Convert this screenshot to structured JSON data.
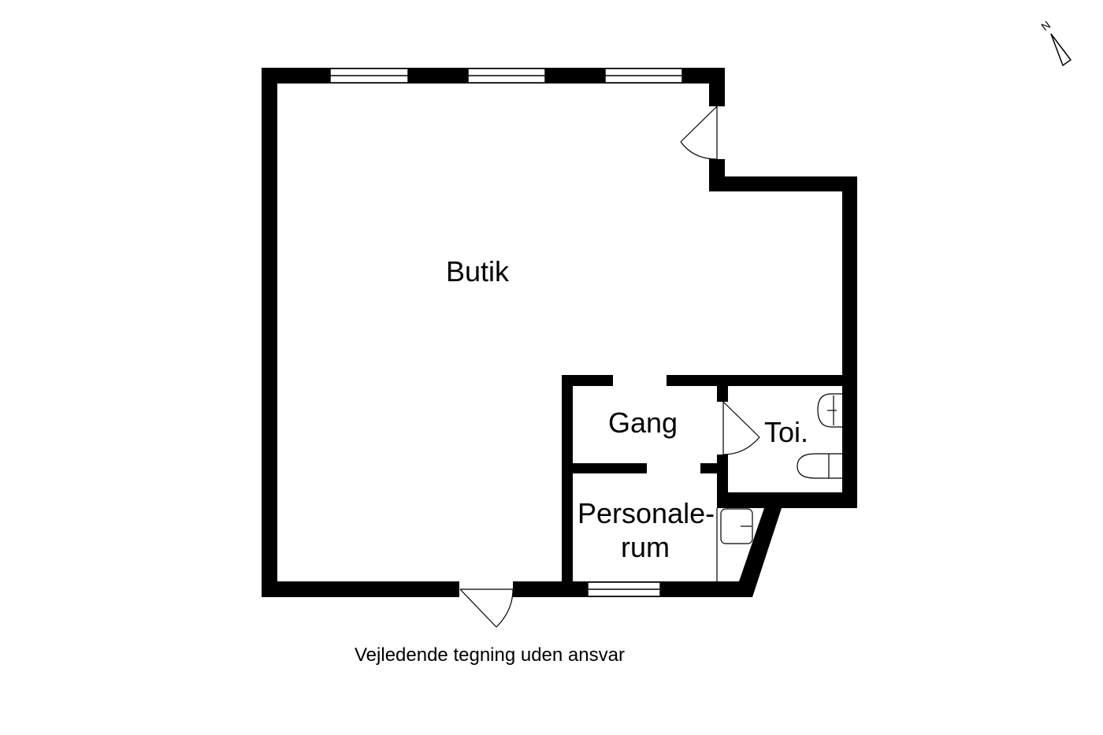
{
  "rooms": {
    "butik": "Butik",
    "gang": "Gang",
    "toilet": "Toi.",
    "personale_line1": "Personale-",
    "personale_line2": "rum"
  },
  "disclaimer": "Vejledende tegning uden ansvar",
  "compass": {
    "label": "N",
    "icon": "north-arrow-icon"
  },
  "colors": {
    "wall": "#000000",
    "background": "#ffffff"
  }
}
